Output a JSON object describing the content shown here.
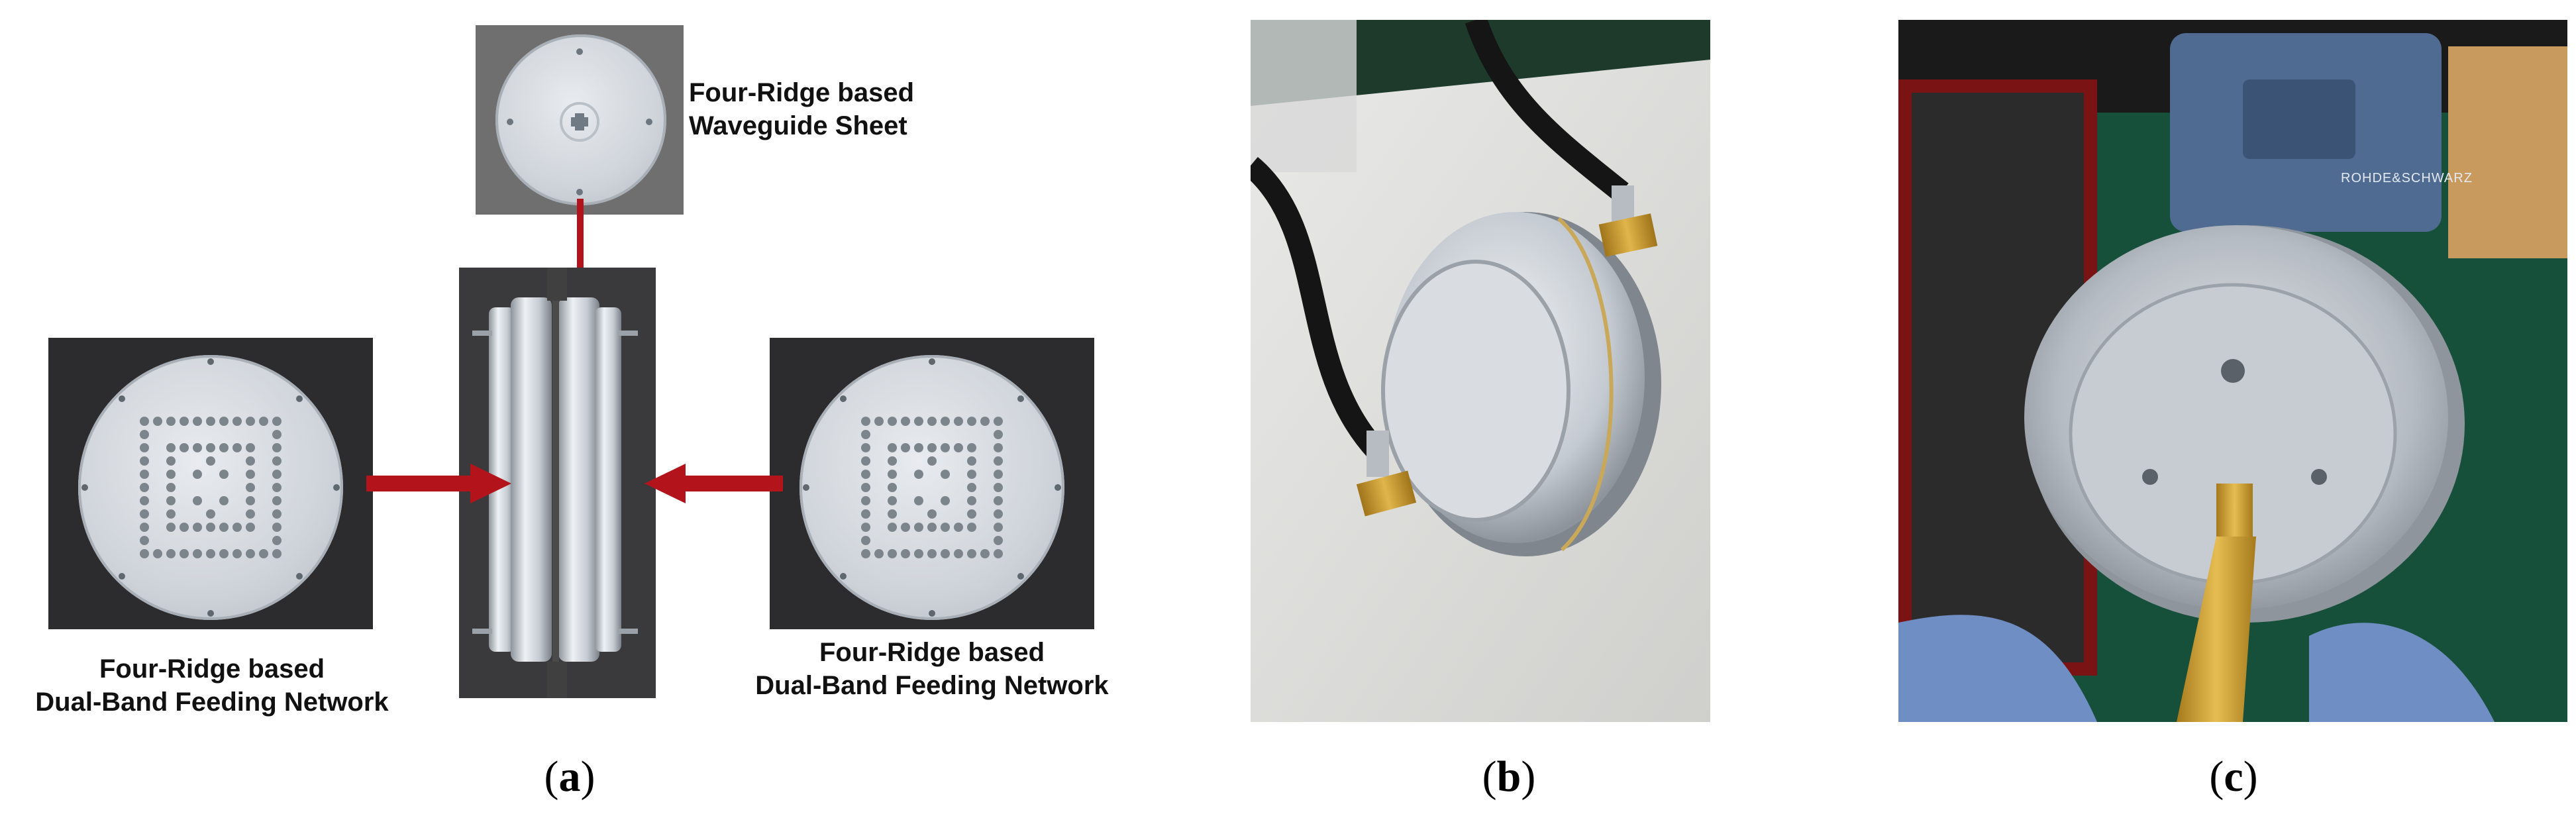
{
  "panel_a": {
    "top_label_line1": "Four-Ridge based",
    "top_label_line2": "Waveguide Sheet",
    "left_label_line1": "Four-Ridge based",
    "left_label_line2": "Dual-Band Feeding Network",
    "right_label_line1": "Four-Ridge based",
    "right_label_line2": "Dual-Band Feeding Network",
    "caption_letter": "a"
  },
  "panel_b": {
    "caption_letter": "b"
  },
  "panel_c": {
    "brand_text": "ROHDE&SCHWARZ",
    "caption_letter": "c"
  },
  "colors": {
    "arrow": "#b3141b"
  }
}
